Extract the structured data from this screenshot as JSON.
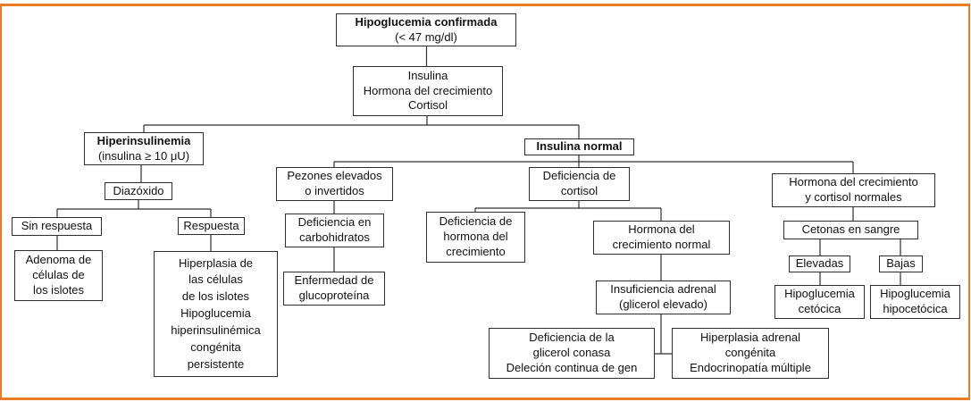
{
  "colors": {
    "frame": "#e87d25",
    "line": "#2e2e2e"
  },
  "nodes": {
    "root": {
      "title": "Hipoglucemia confirmada",
      "subtitle": "(< 47 mg/dl)"
    },
    "hormones": {
      "text": "Insulina\nHormona del crecimiento\nCortisol"
    },
    "hyperinsulinemia": {
      "title": "Hiperinsulinemia",
      "subtitle": "(insulina ≥ 10 μU)"
    },
    "insulin_normal": {
      "title": "Insulina normal"
    },
    "diazoxide": {
      "text": "Diazóxido"
    },
    "no_response": {
      "text": "Sin respuesta"
    },
    "response": {
      "text": "Respuesta"
    },
    "islet_adenoma": {
      "text": "Adenoma de\ncélulas de\nlos islotes"
    },
    "islet_hyperplasia": {
      "text": "Hiperplasia de\nlas células\nde los islotes\nHipoglucemia\nhiperinsulinémica\ncongénita\npersistente"
    },
    "nipples": {
      "text": "Pezones elevados\no invertidos"
    },
    "carb_deficiency": {
      "text": "Deficiencia en\ncarbohidratos"
    },
    "glycoprotein": {
      "text": "Enfermedad de\nglucoproteína"
    },
    "cortisol_deficiency": {
      "text": "Deficiencia de\ncortisol"
    },
    "gh_deficiency": {
      "text": "Deficiencia de\nhormona del\ncrecimiento"
    },
    "gh_normal": {
      "text": "Hormona del\ncrecimiento normal"
    },
    "adrenal_insufficiency": {
      "text": "Insuficiencia adrenal\n(glicerol elevado)"
    },
    "glycerol_kinase": {
      "text": "Deficiencia de la\nglicerol conasa\nDeleción continua de gen"
    },
    "adrenal_hyperplasia": {
      "text": "Hiperplasia adrenal\ncongénita\nEndocrinopatía múltiple"
    },
    "gh_cortisol_normal": {
      "text": "Hormona del crecimiento\ny cortisol normales"
    },
    "ketones": {
      "text": "Cetonas en sangre"
    },
    "elevated": {
      "text": "Elevadas"
    },
    "low": {
      "text": "Bajas"
    },
    "ketotic": {
      "text": "Hipoglucemia\ncetócica"
    },
    "hypoketotic": {
      "text": "Hipoglucemia\nhipocetócica"
    }
  }
}
